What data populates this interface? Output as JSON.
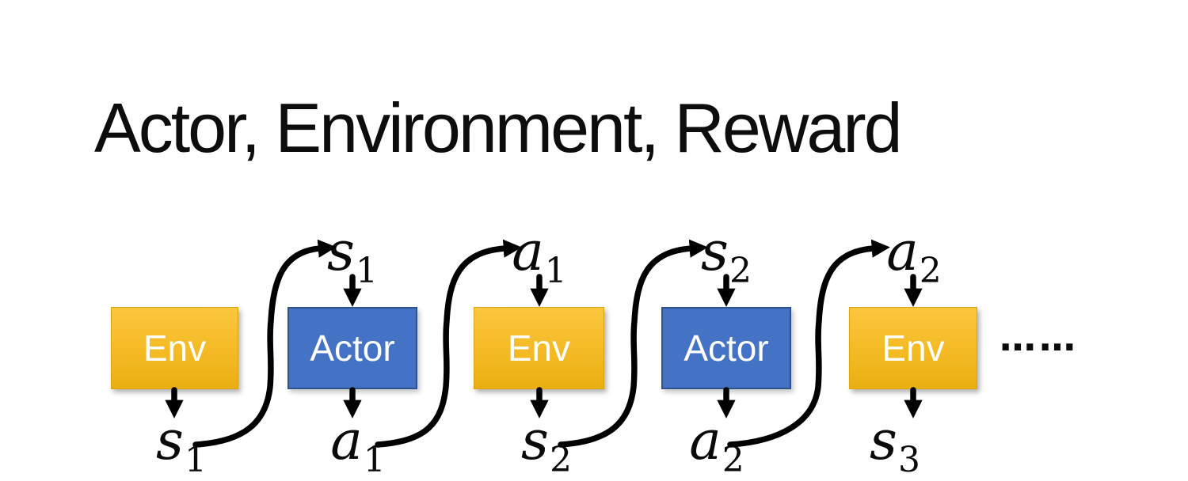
{
  "slide": {
    "title": "Actor, Environment, Reward"
  },
  "diagram": {
    "boxes": [
      {
        "id": "env-1",
        "label": "Env"
      },
      {
        "id": "actor-1",
        "label": "Actor"
      },
      {
        "id": "env-2",
        "label": "Env"
      },
      {
        "id": "actor-2",
        "label": "Actor"
      },
      {
        "id": "env-3",
        "label": "Env"
      }
    ],
    "top_labels": [
      {
        "base": "s",
        "sub": "1"
      },
      {
        "base": "a",
        "sub": "1"
      },
      {
        "base": "s",
        "sub": "2"
      },
      {
        "base": "a",
        "sub": "2"
      }
    ],
    "bottom_labels": [
      {
        "base": "s",
        "sub": "1"
      },
      {
        "base": "a",
        "sub": "1"
      },
      {
        "base": "s",
        "sub": "2"
      },
      {
        "base": "a",
        "sub": "2"
      },
      {
        "base": "s",
        "sub": "3"
      }
    ],
    "ellipsis": "……",
    "colors": {
      "env_gradient_top": "#FCC63E",
      "env_gradient_bottom": "#E9AF11",
      "actor_fill": "#4472C4",
      "actor_border": "#2F528F",
      "arrow": "#000000",
      "box_text": "#FFFFFF"
    }
  }
}
